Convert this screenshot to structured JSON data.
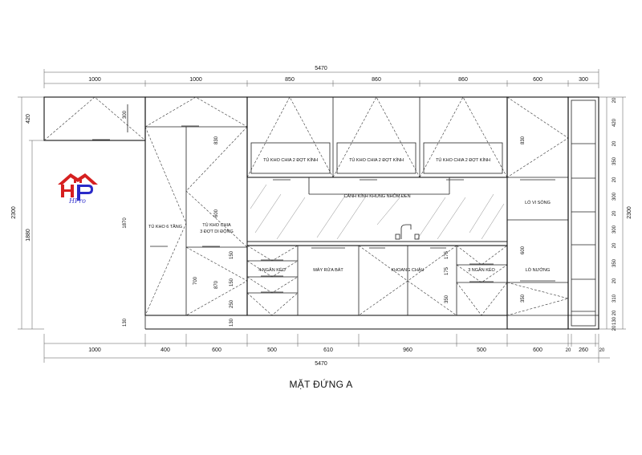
{
  "title": "MẶT ĐỨNG A",
  "logo": {
    "text": "HPro",
    "primary_color": "#d62020",
    "secondary_color": "#2a2ac8"
  },
  "top_dims": {
    "total": "5470",
    "segments": [
      "1000",
      "1000",
      "850",
      "860",
      "860",
      "600",
      "300"
    ]
  },
  "bottom_dims": {
    "total": "5470",
    "segments": [
      "1000",
      "400",
      "600",
      "500",
      "610",
      "960",
      "500",
      "600",
      "20",
      "260",
      "20"
    ]
  },
  "left_dims": {
    "outer": "2300",
    "inner": "1880",
    "top": "420"
  },
  "right_dims": {
    "outer": "2300",
    "segments": [
      "20",
      "420",
      "20",
      "350",
      "20",
      "300",
      "20",
      "300",
      "20",
      "350",
      "20",
      "310",
      "20",
      "130",
      "20"
    ]
  },
  "internal_dims": {
    "tall_left_300": "300",
    "tall_left_1870": "1870",
    "tall_left_130": "130",
    "tall_mid_830": "830",
    "tall_mid_600": "600",
    "tall_mid_700": "700",
    "tall_mid_130": "130",
    "drawers_150a": "150",
    "drawers_150b": "150",
    "drawers_870": "870",
    "drawers_250": "250",
    "base_175a": "175",
    "base_175b": "175",
    "base_350a": "350",
    "right_830": "830",
    "right_600": "600",
    "right_350": "350"
  },
  "labels": {
    "tu_kho_6_tang": "TỦ KHO 6 TẦNG",
    "tu_kho_chia_l1": "TỦ KHO CHIA",
    "tu_kho_chia_l2": "3 ĐỢT DI ĐỘNG",
    "glass1": "TỦ KHO CHIA 2 ĐỢT KÍNH",
    "glass2": "TỦ KHO CHIA 2 ĐỢT KÍNH",
    "glass3": "TỦ KHO CHIA 2 ĐỢT KÍNH",
    "backsplash": "CÁNH KÍNH KHUNG NHÔM ĐEN",
    "lo_vi_song": "LÒ VI SÓNG",
    "lo_nuong": "LÒ NƯỚNG",
    "ngan_keo_4": "4 NGĂN KÉO",
    "may_rua_bat": "MÁY RỬA BÁT",
    "khoang_chau": "KHOANG CHẬU",
    "ngan_keo_3": "3 NGĂN KÉO"
  }
}
